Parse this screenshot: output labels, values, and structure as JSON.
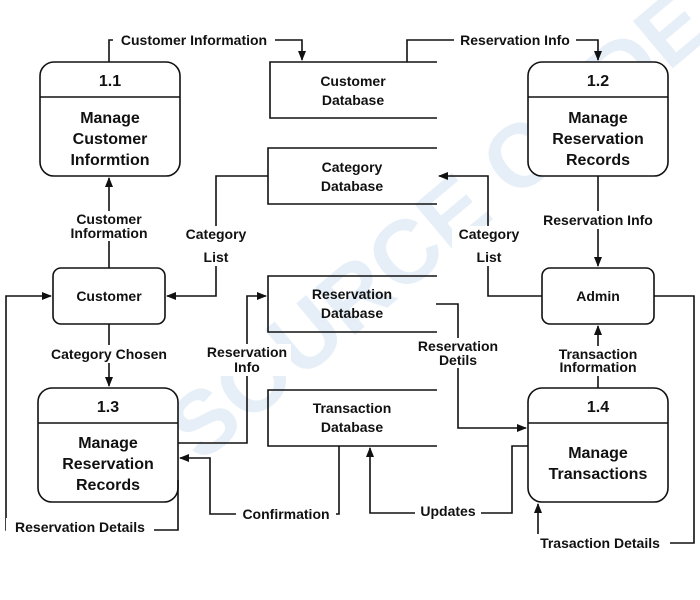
{
  "processes": {
    "p11": {
      "number": "1.1",
      "title": [
        "Manage",
        "Customer",
        "Informtion"
      ]
    },
    "p12": {
      "number": "1.2",
      "title": [
        "Manage",
        "Reservation",
        "Records"
      ]
    },
    "p13": {
      "number": "1.3",
      "title": [
        "Manage",
        "Reservation",
        "Records"
      ]
    },
    "p14": {
      "number": "1.4",
      "title": [
        "Manage",
        "Transactions"
      ]
    }
  },
  "entities": {
    "customer": "Customer",
    "admin": "Admin"
  },
  "stores": {
    "customer_db": [
      "Customer",
      "Database"
    ],
    "category_db": [
      "Category",
      "Database"
    ],
    "reservation_db": [
      "Reservation",
      "Database"
    ],
    "transaction_db": [
      "Transaction",
      "Database"
    ]
  },
  "flows": {
    "customer_information_top": "Customer Information",
    "reservation_info_top": "Reservation Info",
    "customer_information_up": [
      "Customer",
      "Information"
    ],
    "category_list_left": [
      "Category",
      "List"
    ],
    "category_list_right": [
      "Category",
      "List"
    ],
    "reservation_info_right": "Reservation Info",
    "category_chosen": "Category Chosen",
    "reservation_info_mid": [
      "Reservation",
      "Info"
    ],
    "reservation_detils": [
      "Reservation",
      "Detils"
    ],
    "transaction_information": [
      "Transaction",
      "Information"
    ],
    "confirmation": "Confirmation",
    "updates": "Updates",
    "reservation_details_bottom": "Reservation Details",
    "trasaction_details": "Trasaction Details"
  }
}
